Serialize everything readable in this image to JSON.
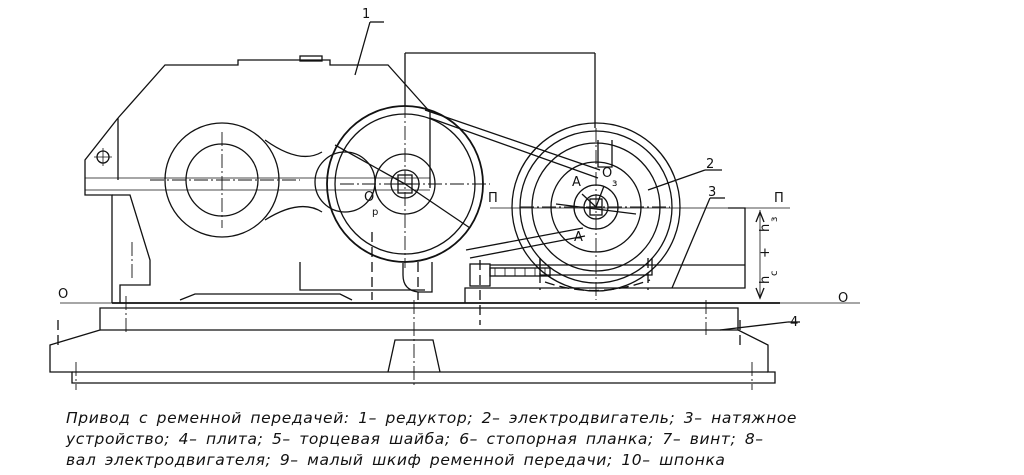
{
  "labels": {
    "n1": "1",
    "n2": "2",
    "n3": "3",
    "n4": "4",
    "o_left": "O",
    "o_right": "O",
    "p_left": "П",
    "p_right": "П",
    "op": "O",
    "op_sub": "р",
    "oz": "O",
    "oz_sub": "з",
    "a_top": "A",
    "a_bottom": "A",
    "h3": "h",
    "h3_sub": "з",
    "plus": "+",
    "hc": "h",
    "hc_sub": "c"
  },
  "caption": {
    "line1": "Привод с ременной передачей: 1– редуктор; 2– электродвигатель; 3– натяжное",
    "line2": "устройство; 4– плита; 5– торцевая шайба; 6– стопорная планка; 7– винт; 8–",
    "line3": "вал электродвигателя; 9– малый шкиф ременной передачи; 10– шпонка"
  }
}
